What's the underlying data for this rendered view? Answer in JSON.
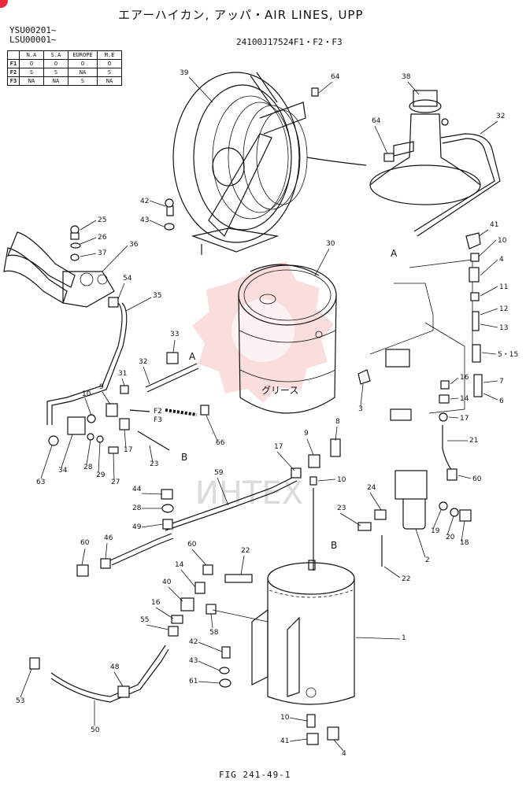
{
  "header": {
    "title": "エアーハイカン, アッパ・AIR LINES, UPP",
    "serial_1": "YSU00201~",
    "serial_2": "LSU00001~",
    "part_code": "24100J17524F1・F2・F3"
  },
  "matrix": {
    "columns": [
      "N.A",
      "S.A",
      "EUROPE",
      "M.E"
    ],
    "rows": [
      {
        "id": "F1",
        "cells": [
          "O",
          "O",
          "O",
          "O"
        ]
      },
      {
        "id": "F2",
        "cells": [
          "S",
          "S",
          "NA",
          "S"
        ]
      },
      {
        "id": "F3",
        "cells": [
          "NA",
          "NA",
          "S",
          "NA"
        ]
      }
    ]
  },
  "drum_label": "グリース",
  "watermark": "ИНТЕХ",
  "figure_caption": "FIG 241-49-1",
  "callouts": {
    "c39": "39",
    "c64a": "64",
    "c38": "38",
    "c64b": "64",
    "c32a": "32",
    "c42a": "42",
    "c43a": "43",
    "c25": "25",
    "c26": "26",
    "c37": "37",
    "c36": "36",
    "c54": "54",
    "c35": "35",
    "c30": "30",
    "c41a": "41",
    "c10a": "10",
    "c4a": "4",
    "c11": "11",
    "c12": "12",
    "c13": "13",
    "c515": "5・15",
    "c7": "7",
    "c6": "6",
    "c16a": "16",
    "c14a": "14",
    "c17a": "17",
    "c21": "21",
    "c60a": "60",
    "c33": "33",
    "c32b": "32",
    "c31": "31",
    "c9a": "9",
    "c10b": "10",
    "c17b": "17",
    "c23a": "23",
    "c66": "66",
    "c3": "3",
    "c8": "8",
    "c9b": "9",
    "c17c": "17",
    "c10c": "10",
    "c24": "24",
    "c19": "19",
    "c20": "20",
    "c18": "18",
    "c2": "2",
    "c23b": "23",
    "c22a": "22",
    "c63": "63",
    "c34": "34",
    "c28a": "28",
    "c29": "29",
    "c27": "27",
    "c59": "59",
    "c44": "44",
    "c28b": "28",
    "c49": "49",
    "c60b": "60",
    "c46": "46",
    "c60c": "60",
    "c22b": "22",
    "c14b": "14",
    "c40": "40",
    "c16b": "16",
    "c55": "55",
    "c58": "58",
    "c1": "1",
    "c42b": "42",
    "c43b": "43",
    "c61": "61",
    "c53": "53",
    "c48": "48",
    "c50": "50",
    "c10d": "10",
    "c41b": "41",
    "c4b": "4"
  },
  "flags": {
    "A1": "A",
    "A2": "A",
    "B1": "B",
    "B2": "B",
    "F2": "F2",
    "F3": "F3"
  }
}
